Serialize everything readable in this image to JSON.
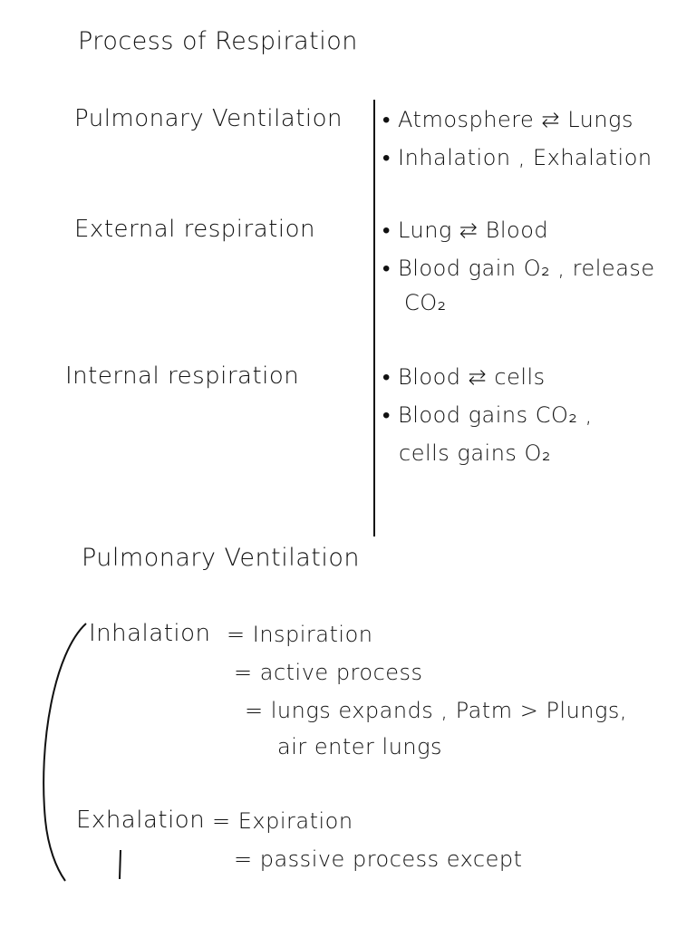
{
  "title": "Process of Respiration",
  "rows": [
    {
      "term": "Pulmonary Ventilation",
      "points": [
        "• Atmosphere ⇄ Lungs",
        "• Inhalation , Exhalation"
      ]
    },
    {
      "term": "External respiration",
      "points": [
        "• Lung ⇄ Blood",
        "• Blood gain O₂ , release",
        "CO₂"
      ]
    },
    {
      "term": "Internal respiration",
      "points": [
        "• Blood ⇄ cells",
        "• Blood gains CO₂ ,",
        "cells gains O₂"
      ]
    }
  ],
  "section2": {
    "heading": "Pulmonary Ventilation",
    "inhalation": {
      "label": "Inhalation",
      "lines": [
        "= Inspiration",
        "= active process",
        "= lungs expands ,  Patm > Plungs,",
        "air enter lungs"
      ]
    },
    "exhalation": {
      "label": "Exhalation",
      "lines": [
        "= Expiration",
        "= passive process except"
      ]
    }
  }
}
